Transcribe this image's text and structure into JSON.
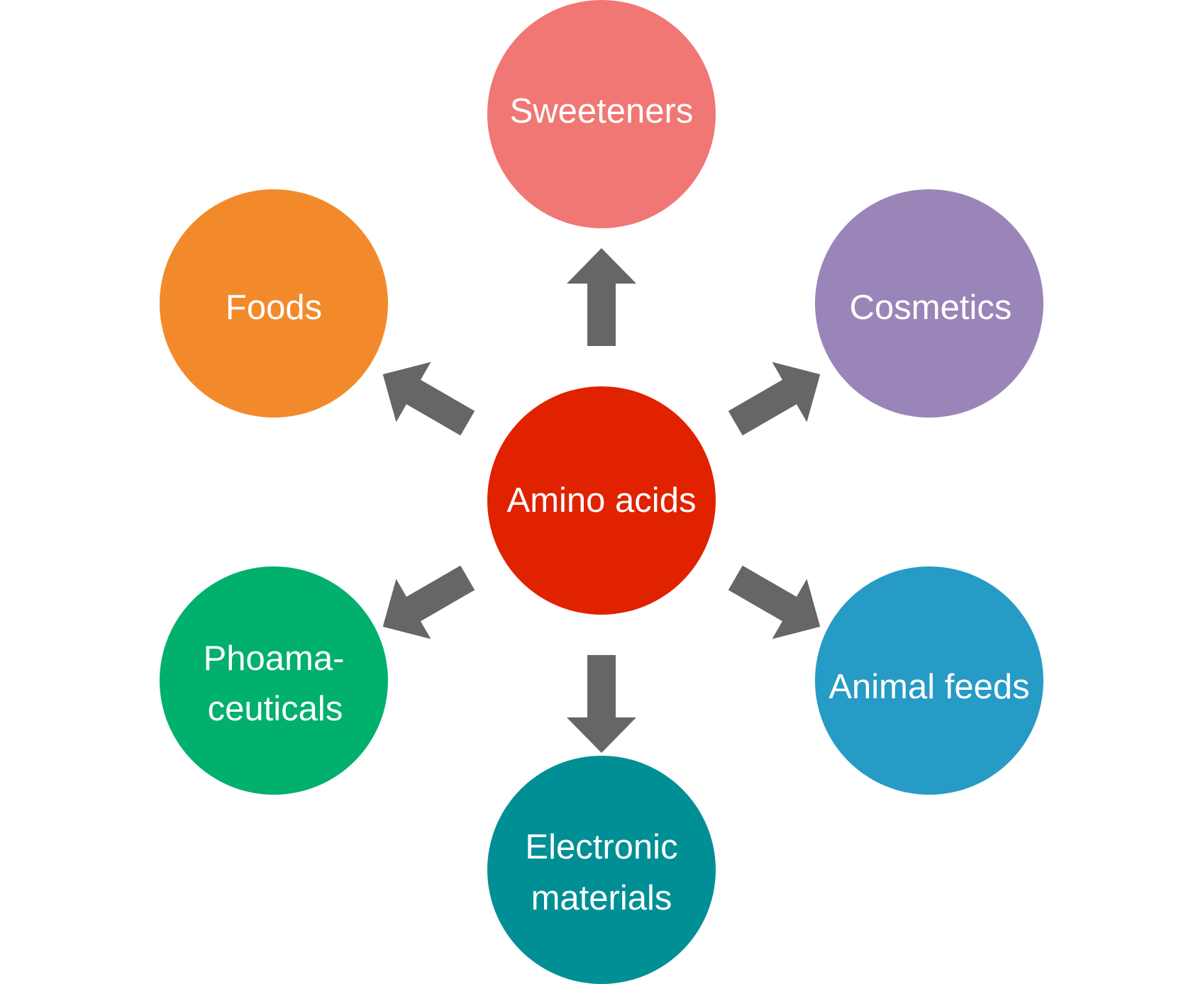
{
  "center": {
    "label": "Amino acids",
    "color": "#e02200"
  },
  "applications": [
    {
      "id": "sweeteners",
      "lines": [
        "Sweeteners"
      ],
      "color": "#f07774"
    },
    {
      "id": "cosmetics",
      "lines": [
        "Cosmetics"
      ],
      "color": "#9985b8"
    },
    {
      "id": "animal-feeds",
      "lines": [
        "Animal feeds"
      ],
      "color": "#269bc5"
    },
    {
      "id": "electronic-materials",
      "lines": [
        "Electronic",
        "materials"
      ],
      "color": "#008f95"
    },
    {
      "id": "phoamaceuticals",
      "lines": [
        "Phoama-",
        "ceuticals"
      ],
      "color": "#00b06c"
    },
    {
      "id": "foods",
      "lines": [
        "Foods"
      ],
      "color": "#f28a2c"
    }
  ],
  "arrow_color": "#666666"
}
